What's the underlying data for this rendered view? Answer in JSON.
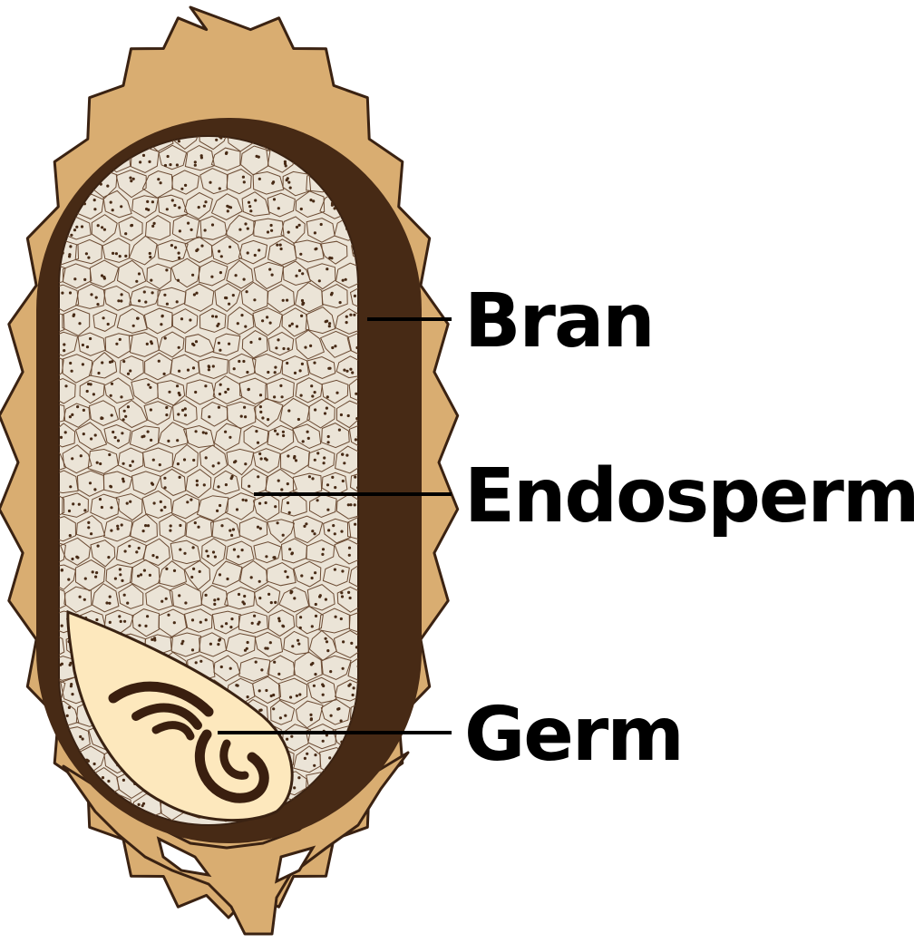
{
  "diagram": {
    "labels": {
      "bran": "Bran",
      "endosperm": "Endosperm",
      "germ": "Germ"
    }
  },
  "colors": {
    "husk": "#d9ad71",
    "outline": "#3a2212",
    "bran": "#472a15",
    "endosperm": "#ebe4d7",
    "cell_lines": "#6b4a32",
    "germ": "#fde8bd",
    "germ_embryo": "#3a1f0f",
    "label_text": "#000000"
  }
}
